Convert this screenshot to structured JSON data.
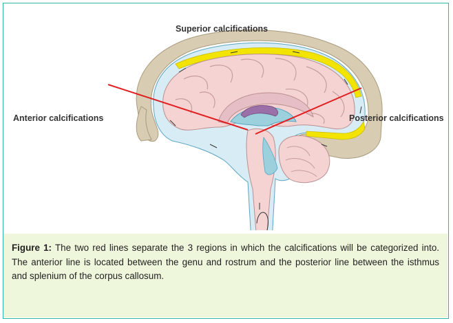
{
  "figure": {
    "labels": {
      "superior": "Superior calcifications",
      "anterior": "Anterior calcifications",
      "posterior": "Posterior calcifications"
    },
    "colors": {
      "frame_border": "#2bb6a8",
      "caption_background": "#eef7dc",
      "division_lines": "#e02020",
      "brain_tissue": "#f5d3d3",
      "csf_space": "#d7ecf5",
      "calcification_zone": "#f3e400",
      "skull_bone": "#d8ccb2"
    }
  },
  "caption": {
    "label": "Figure 1:",
    "text": " The two red lines separate the 3 regions in which the calcifications will be categorized into. The anterior line is located between the genu and rostrum and the posterior line between the isthmus and splenium of the corpus callosum."
  }
}
